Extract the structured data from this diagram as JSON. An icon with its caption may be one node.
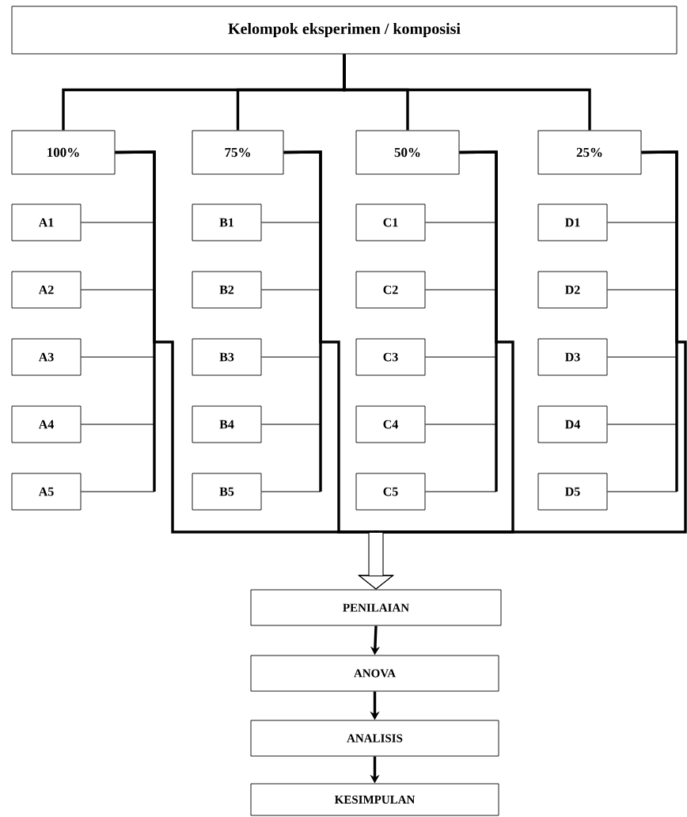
{
  "diagram": {
    "nodes": [
      {
        "text": [
          "Kelompok eksperimen / komposisi"
        ]
      },
      {
        "text": [
          "100%"
        ]
      },
      {
        "text": [
          "75%"
        ]
      },
      {
        "text": [
          "50%"
        ]
      },
      {
        "text": [
          "25%"
        ]
      },
      {
        "text": [
          "A1"
        ]
      },
      {
        "text": [
          "A2"
        ]
      },
      {
        "text": [
          "A3"
        ]
      },
      {
        "text": [
          "A4"
        ]
      },
      {
        "text": [
          "A5"
        ]
      },
      {
        "text": [
          "B1"
        ]
      },
      {
        "text": [
          "B2"
        ]
      },
      {
        "text": [
          "B3"
        ]
      },
      {
        "text": [
          "B4"
        ]
      },
      {
        "text": [
          "B5"
        ]
      },
      {
        "text": [
          "C1"
        ]
      },
      {
        "text": [
          "C2"
        ]
      },
      {
        "text": [
          "C3"
        ]
      },
      {
        "text": [
          "C4"
        ]
      },
      {
        "text": [
          "C5"
        ]
      },
      {
        "text": [
          "D1"
        ]
      },
      {
        "text": [
          "D2"
        ]
      },
      {
        "text": [
          "D3"
        ]
      },
      {
        "text": [
          "D4"
        ]
      },
      {
        "text": [
          "D5"
        ]
      },
      {
        "text": [
          "PENILAIAN"
        ]
      },
      {
        "text": [
          "ANOVA"
        ]
      },
      {
        "text": [
          "ANALISIS"
        ]
      },
      {
        "text": [
          "KESIMPULAN"
        ]
      }
    ],
    "edges": [
      {
        "from": 0,
        "to": 1,
        "arrow": "none"
      },
      {
        "from": 0,
        "to": 2,
        "arrow": "none"
      },
      {
        "from": 0,
        "to": 3,
        "arrow": "none"
      },
      {
        "from": 0,
        "to": 4,
        "arrow": "none"
      },
      {
        "from": 1,
        "to": 5,
        "arrow": "none"
      },
      {
        "from": 1,
        "to": 6,
        "arrow": "none"
      },
      {
        "from": 1,
        "to": 7,
        "arrow": "none"
      },
      {
        "from": 1,
        "to": 8,
        "arrow": "none"
      },
      {
        "from": 1,
        "to": 9,
        "arrow": "none"
      },
      {
        "from": 2,
        "to": 10,
        "arrow": "none"
      },
      {
        "from": 2,
        "to": 11,
        "arrow": "none"
      },
      {
        "from": 2,
        "to": 12,
        "arrow": "none"
      },
      {
        "from": 2,
        "to": 13,
        "arrow": "none"
      },
      {
        "from": 2,
        "to": 14,
        "arrow": "none"
      },
      {
        "from": 3,
        "to": 15,
        "arrow": "none"
      },
      {
        "from": 3,
        "to": 16,
        "arrow": "none"
      },
      {
        "from": 3,
        "to": 17,
        "arrow": "none"
      },
      {
        "from": 3,
        "to": 18,
        "arrow": "none"
      },
      {
        "from": 3,
        "to": 19,
        "arrow": "none"
      },
      {
        "from": 4,
        "to": 20,
        "arrow": "none"
      },
      {
        "from": 4,
        "to": 21,
        "arrow": "none"
      },
      {
        "from": 4,
        "to": 22,
        "arrow": "none"
      },
      {
        "from": 4,
        "to": 23,
        "arrow": "none"
      },
      {
        "from": 4,
        "to": 24,
        "arrow": "none"
      },
      {
        "from": 1,
        "to": 25,
        "arrow": "to"
      },
      {
        "from": 2,
        "to": 25,
        "arrow": "to"
      },
      {
        "from": 3,
        "to": 25,
        "arrow": "to"
      },
      {
        "from": 4,
        "to": 25,
        "arrow": "to"
      },
      {
        "from": 25,
        "to": 26,
        "arrow": "to"
      },
      {
        "from": 26,
        "to": 27,
        "arrow": "to"
      },
      {
        "from": 27,
        "to": 28,
        "arrow": "to"
      }
    ]
  }
}
